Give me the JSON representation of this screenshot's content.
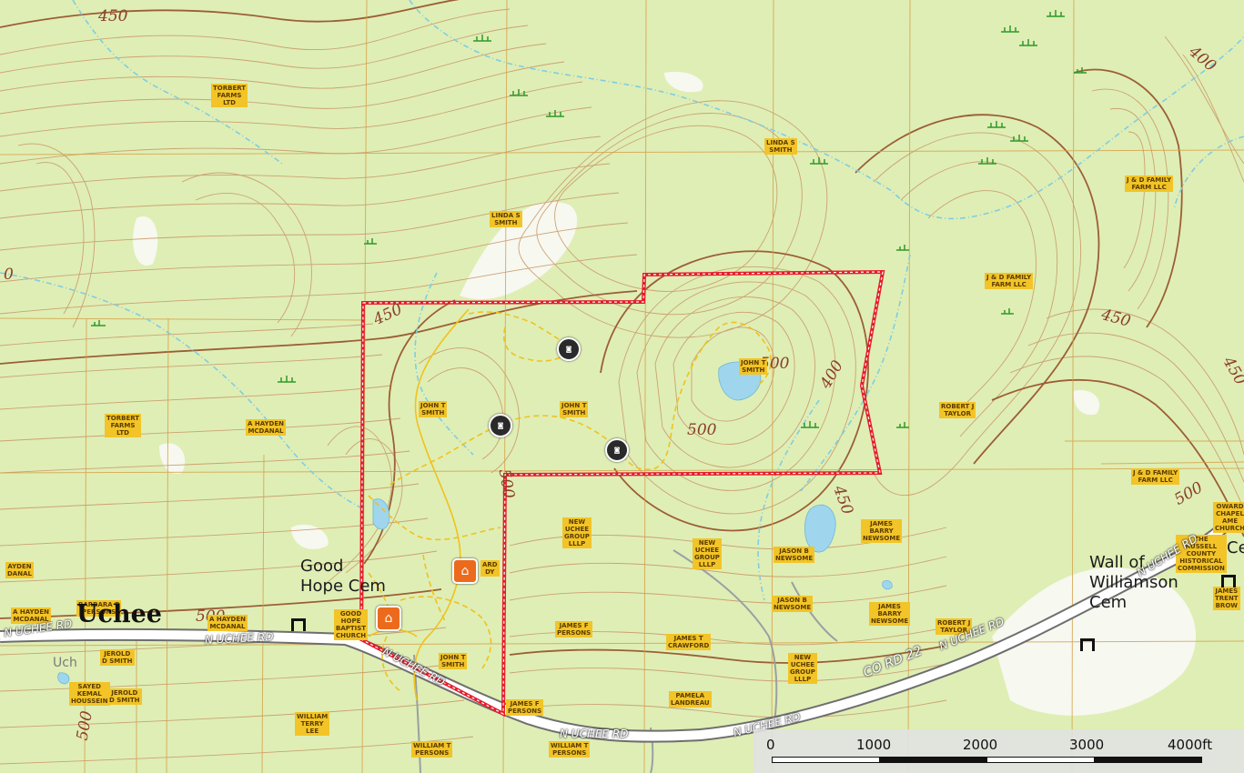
{
  "colors": {
    "land": "#dfeeb5",
    "contour": "#bf8f63",
    "contour_index": "#9c5e36",
    "property_boundary": "#e41d2a",
    "trail": "#f0c21c",
    "water": "#9fd6ee",
    "stream": "#7fcde3",
    "grid": "#d4a048",
    "owner_label_bg": "#f2c427",
    "home_icon": "#ec6a1c"
  },
  "contour_labels": [
    {
      "text": "450"
    },
    {
      "text": "400"
    },
    {
      "text": "450"
    },
    {
      "text": "450"
    },
    {
      "text": "500"
    },
    {
      "text": "500"
    },
    {
      "text": "500"
    },
    {
      "text": "450"
    },
    {
      "text": "400"
    },
    {
      "text": "450"
    },
    {
      "text": "500"
    },
    {
      "text": "500"
    },
    {
      "text": "500"
    },
    {
      "text": "0"
    }
  ],
  "owner_labels": [
    "TORBERT\nFARMS\nLTD",
    "LINDA S\nSMITH",
    "LINDA S\nSMITH",
    "J & D FAMILY\nFARM LLC",
    "J & D FAMILY\nFARM LLC",
    "TORBERT\nFARMS\nLTD",
    "A HAYDEN\nMCDANAL",
    "JOHN T\nSMITH",
    "JOHN T\nSMITH",
    "JOHN T\nSMITH",
    "ROBERT J\nTAYLOR",
    "J & D FAMILY\nFARM LLC",
    "NEW\nUCHEE\nGROUP\nLLLP",
    "NEW\nUCHEE\nGROUP\nLLLP",
    "JASON B\nNEWSOME",
    "JAMES\nBARRY\nNEWSOME",
    "JASON B\nNEWSOME",
    "JAMES\nBARRY\nNEWSOME",
    "ROBERT J\nTAYLOR",
    "JAMES F\nPERSONS",
    "JAMES T\nCRAWFORD",
    "NEW\nUCHEE\nGROUP\nLLLP",
    "PAMELA\nLANDREAU",
    "JOHN T\nSMITH",
    "JAMES F\nPERSONS",
    "WILLIAM T\nPERSONS",
    "WILLIAM T\nPERSONS",
    "WILLIAM\nTERRY\nLEE",
    "A HAYDEN\nMCDANAL",
    "BARBARA B\nPERSONS",
    "A HAYDEN\nMCDANAL",
    "AYDEN\nDANAL",
    "JEROLD\nD SMITH",
    "SAYED\nKEMAL\nHOUSSEIN",
    "JEROLD\nD SMITH",
    "GOOD\nHOPE\nBAPTIST\nCHURCH",
    "ARD\nDY",
    "THE\nRUSSELL\nCOUNTY\nHISTORICAL\nCOMMISSION",
    "OWARD\nCHAPEL\nAME\nCHURCH",
    "JAMES\nTRENT\nBROW"
  ],
  "places": [
    {
      "text": "Good\nHope Cem"
    },
    {
      "text": "Wall of\nWilliamson\nCem"
    },
    {
      "text": "Ce"
    },
    {
      "text": "Uch"
    }
  ],
  "town": "Uchee",
  "roads": [
    "N UCHEE RD",
    "N UCHEE RD",
    "N UCHEE RD",
    "N UCHEE RD",
    "N UCHEE RD",
    "CO RD 22",
    "N UCHEE RD",
    "N UCHEE RD"
  ],
  "markers": [
    {
      "icon": "blind-icon"
    },
    {
      "icon": "blind-icon"
    },
    {
      "icon": "blind-icon"
    },
    {
      "icon": "home-icon"
    },
    {
      "icon": "home-icon"
    }
  ],
  "marker_glyph": "◙",
  "home_glyph": "⌂",
  "scale_bar": {
    "labels": [
      "0",
      "1000",
      "2000",
      "3000",
      "4000ft"
    ]
  }
}
